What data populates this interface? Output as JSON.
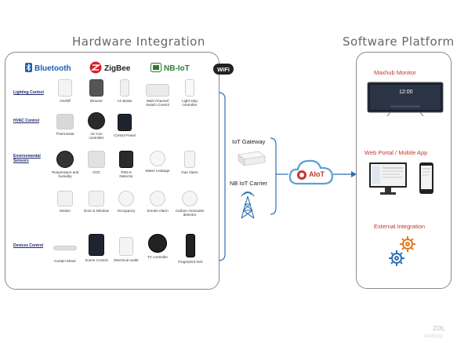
{
  "titles": {
    "hardware": "Hardware Integration",
    "software": "Software Platform"
  },
  "protocols": [
    {
      "name": "Bluetooth",
      "icon": "bluetooth-icon"
    },
    {
      "name": "ZigBee",
      "icon": "zigbee-icon"
    },
    {
      "name": "NB-IoT",
      "icon": "nb-iot-icon"
    },
    {
      "name": "WiFi",
      "icon": "wifi-icon"
    }
  ],
  "categories": {
    "lighting": "Lighting Control",
    "hvac": "HVAC Control",
    "env_line1": "Environmental",
    "env_line2": "Sensors",
    "devices": "Devices Control"
  },
  "devices": {
    "onoff": "On/Off",
    "dimmer": "Dimmer",
    "air_brake": "Air Brake",
    "multi_l1": "Multi Channel",
    "multi_l2": "Switch Control",
    "lightstrip_l1": "Light strip",
    "lightstrip_l2": "controller",
    "thermostat": "Thermostat",
    "aircon_l1": "Air Con",
    "aircon_l2": "controller",
    "control_panel": "Control Panel",
    "temp_humidity": "Temperature and humidity",
    "voc": "VOC",
    "pm25_l1": "PM2.5",
    "pm25_l2": "Detector",
    "water": "Water Leakage",
    "gas": "Gas Alarm",
    "motion": "Motion",
    "door": "Door & Window",
    "occupancy": "Occupancy",
    "smoke": "Smoke Alarm",
    "co_l1": "Carbon monoxide",
    "co_l2": "detector",
    "curtain": "Curtain Motor",
    "scene": "Scene Control",
    "outlet": "Electrical outlet",
    "tv": "TV controller",
    "fingerprint": "Fingerprint lock"
  },
  "gateway": {
    "iot_gateway": "IoT Gateway",
    "nb_iot_carrier": "NB IoT Carrier"
  },
  "aiot": {
    "label": "AIoT"
  },
  "software": {
    "maxhub": "Maxhub Monitor",
    "screen_time": "12:00",
    "web_portal": "Web Portal / Mobile App",
    "external": "External Integration"
  },
  "watermark": {
    "brand": "ZOL",
    "sub": "中关村在线"
  },
  "colors": {
    "accent_red": "#c0392b",
    "panel_border": "#8a8a8a",
    "arrow": "#2f6fb5",
    "cloud": "#5a9fd8"
  }
}
